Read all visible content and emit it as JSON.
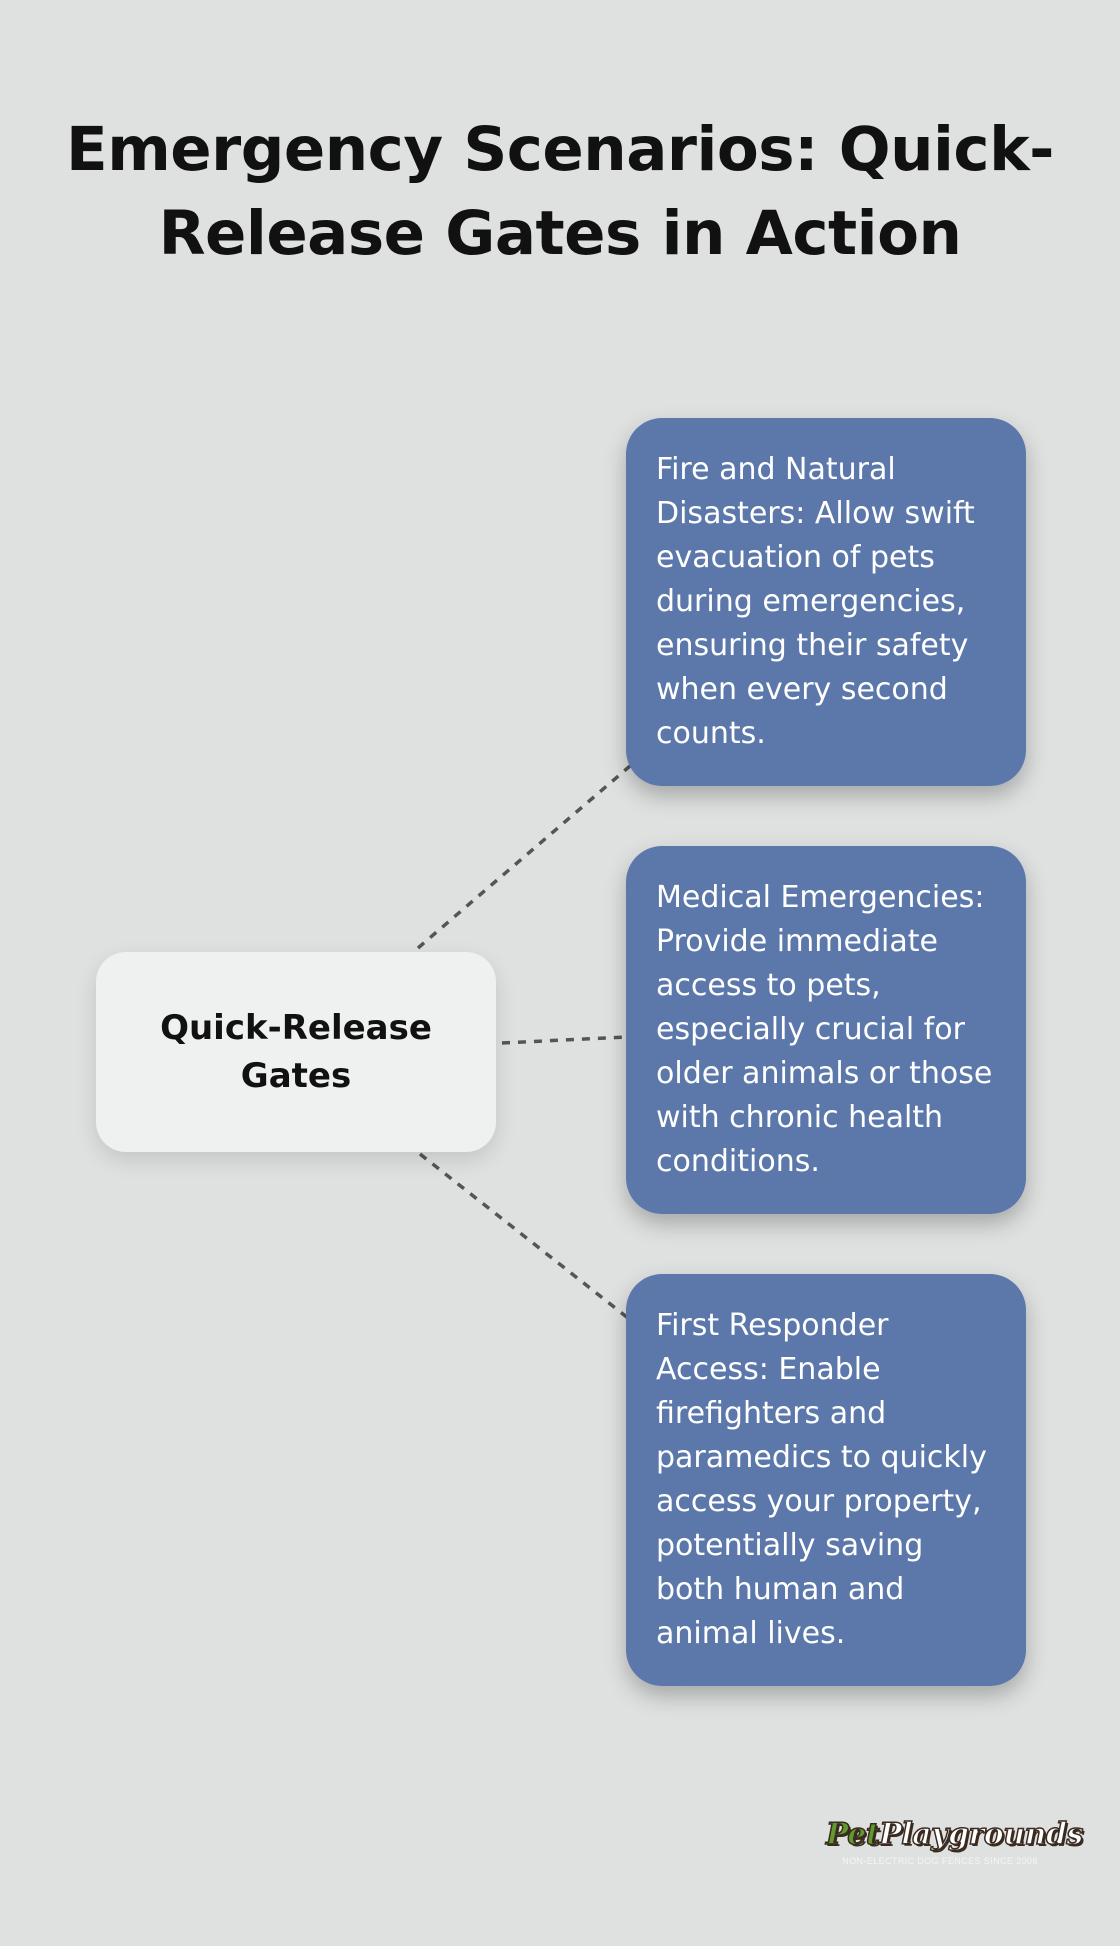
{
  "title": "Emergency Scenarios: Quick-Release Gates in Action",
  "hub": {
    "label": "Quick-Release Gates"
  },
  "scenarios": [
    {
      "text": "Fire and Natural Disasters: Allow swift evacuation of pets during emergencies, ensuring their safety when every second counts."
    },
    {
      "text": "Medical Emergencies: Provide immediate access to pets, especially crucial for older animals or those with chronic health conditions."
    },
    {
      "text": "First Responder Access: Enable firefighters and paramedics to quickly access your property, potentially saving both human and animal lives."
    }
  ],
  "logo": {
    "brand_part1": "Pet",
    "brand_part2": "Playgrounds",
    "tagline": "NON-ELECTRIC DOG FENCES SINCE 2008"
  },
  "colors": {
    "background": "#dfe1e1",
    "card": "#5c78aa",
    "hub": "#eff1f1",
    "connector": "#555555"
  }
}
